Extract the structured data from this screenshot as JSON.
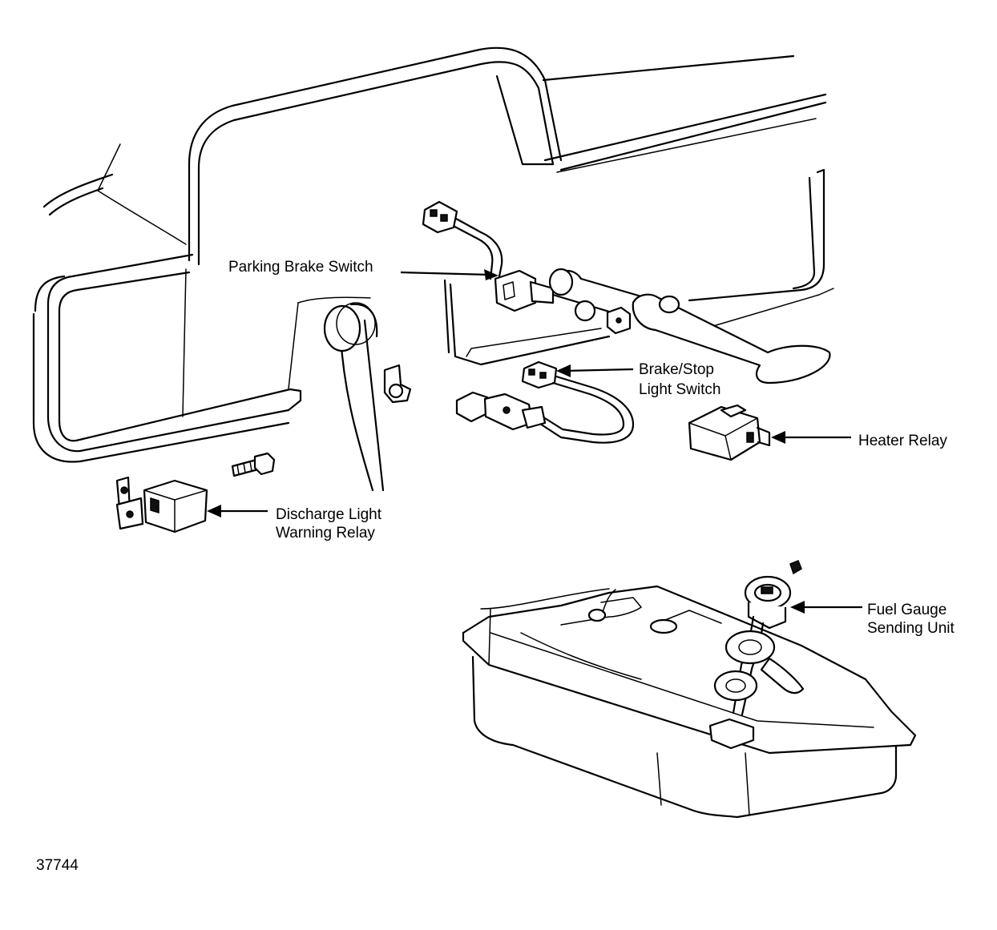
{
  "callouts": {
    "parking_brake_switch": "Parking Brake Switch",
    "brake_stop_light_switch": [
      "Brake/Stop",
      "Light Switch"
    ],
    "heater_relay": "Heater Relay",
    "discharge_light_warning_relay": [
      "Discharge Light",
      "Warning Relay"
    ],
    "fuel_gauge_sending_unit": [
      "Fuel Gauge",
      "Sending Unit"
    ]
  },
  "figure_number": "37744"
}
